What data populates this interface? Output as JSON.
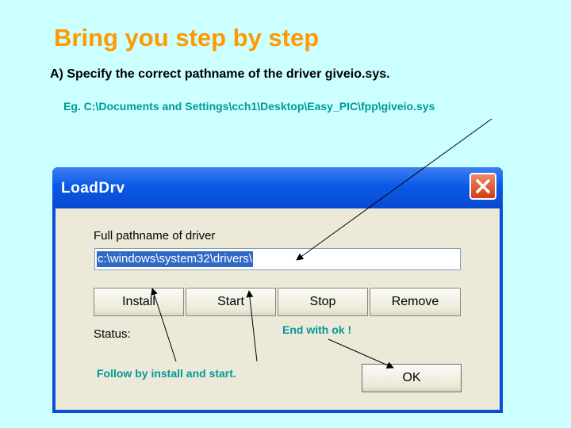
{
  "slide": {
    "title": "Bring you step by step",
    "subtitle": "A) Specify the correct pathname of the driver giveio.sys.",
    "example": "Eg. C:\\Documents and Settings\\cch1\\Desktop\\Easy_PIC\\fpp\\giveio.sys",
    "note_ok": "End with ok !",
    "note_install": "Follow by install and start."
  },
  "window": {
    "title": "LoadDrv",
    "close_icon": "close-icon",
    "field_label": "Full pathname of driver",
    "path_value": "c:\\windows\\system32\\drivers\\",
    "buttons": [
      "Install",
      "Start",
      "Stop",
      "Remove"
    ],
    "status_label": "Status:",
    "ok_label": "OK"
  },
  "colors": {
    "background": "#ccffff",
    "title": "#ff9900",
    "annotation": "#009999",
    "titlebar": "#0a5ae8"
  }
}
